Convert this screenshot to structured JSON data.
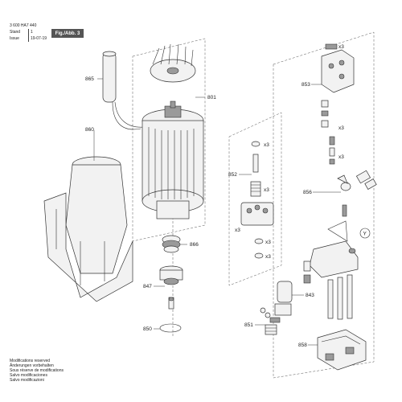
{
  "header": {
    "document_code": "3 600 HA7 440",
    "stand_label": "Stand",
    "stand_value": "1",
    "issue_label": "Issue",
    "issue_value": "19-07-19",
    "figure_label": "Fig./Abb. 3"
  },
  "parts": {
    "p865": "865",
    "p801": "801",
    "p860": "860",
    "p852": "852",
    "p853": "853",
    "p856": "856",
    "p866": "866",
    "p847": "847",
    "p850": "850",
    "p843": "843",
    "p851": "851",
    "p858": "858",
    "y_marker": "Y"
  },
  "quantities": {
    "q1": "x3",
    "q2": "x3",
    "q3": "x3",
    "q4": "x3",
    "q5": "x3",
    "q6": "x3",
    "q7": "x3",
    "q8": "x3"
  },
  "footer": {
    "lines": [
      "Modifications reserved",
      "Änderungen vorbehalten",
      "Sous réserve de modifications",
      "Salvo modificaciones",
      "Salvo modificazioni"
    ]
  }
}
